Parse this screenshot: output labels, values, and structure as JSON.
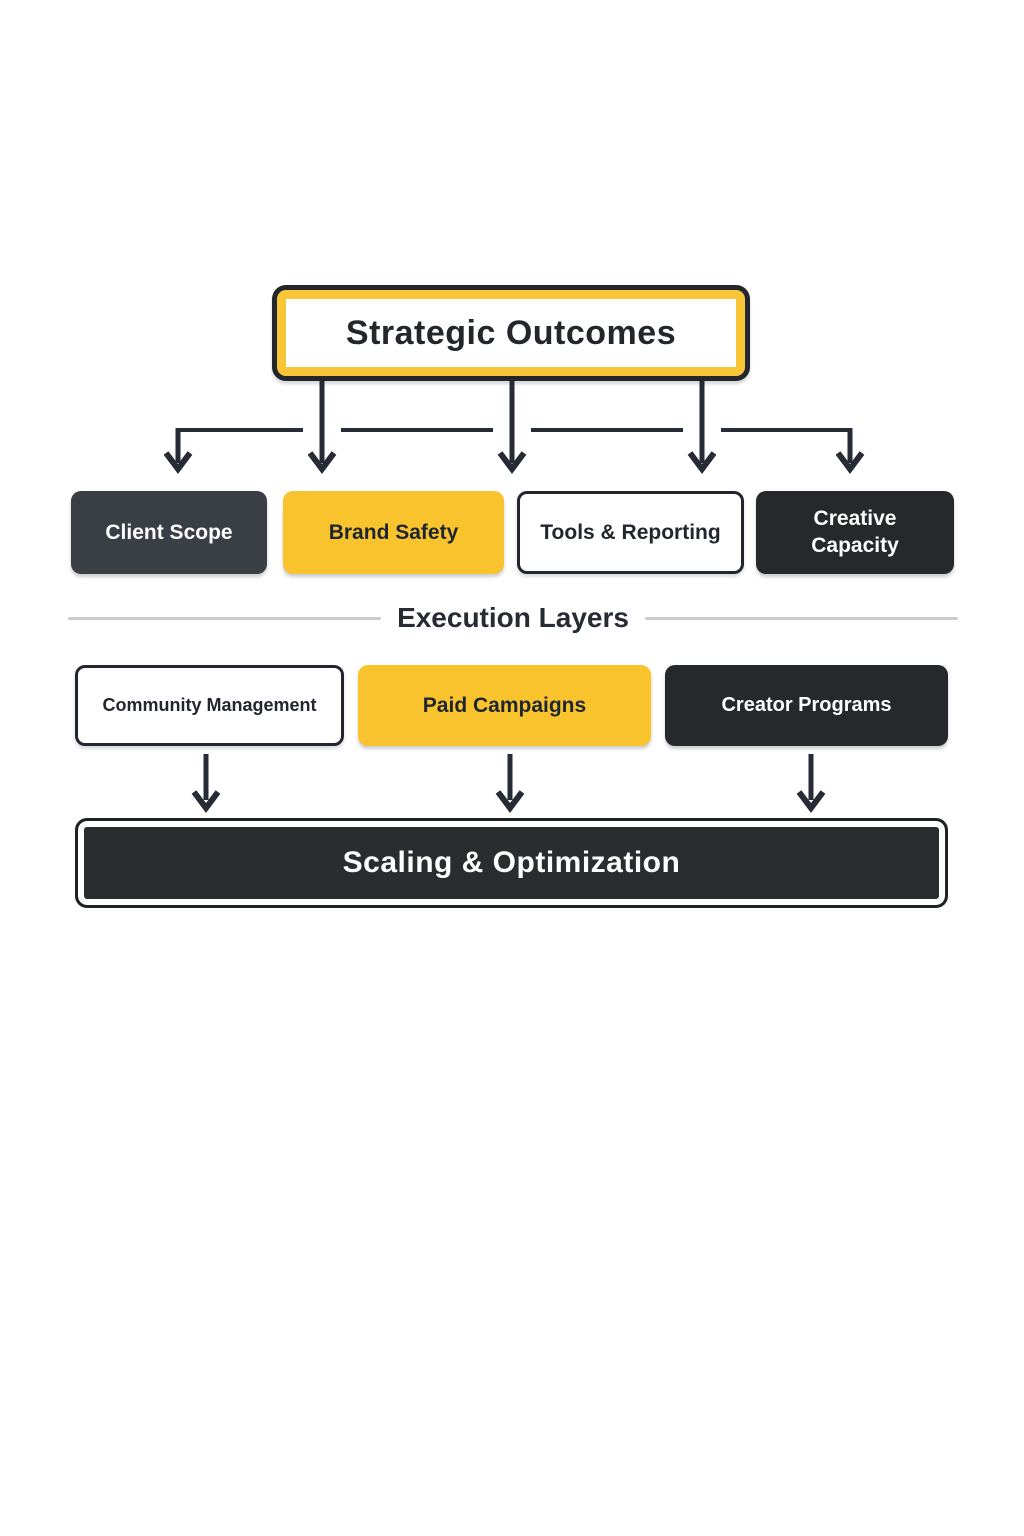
{
  "diagram": {
    "top_box": {
      "label": "Strategic Outcomes"
    },
    "layer1": {
      "boxes": [
        {
          "label": "Client Scope",
          "variant": "charcoal"
        },
        {
          "label": "Brand Safety",
          "variant": "yellow"
        },
        {
          "label": "Tools & Reporting",
          "variant": "outline"
        },
        {
          "label": "Creative Capacity",
          "variant": "dark"
        }
      ]
    },
    "divider": {
      "label": "Execution Layers"
    },
    "layer2": {
      "boxes": [
        {
          "label": "Community Management",
          "variant": "outline"
        },
        {
          "label": "Paid Campaigns",
          "variant": "yellow"
        },
        {
          "label": "Creator Programs",
          "variant": "dark"
        }
      ]
    },
    "bottom_box": {
      "label": "Scaling & Optimization"
    },
    "colors": {
      "accent_yellow": "#F9C32D",
      "charcoal": "#3A3E45",
      "dark": "#26282C",
      "ink_text": "#23262E",
      "arrow": "#272B35",
      "divider_line": "#C9CDD2",
      "background": "#FFFFFF"
    }
  }
}
